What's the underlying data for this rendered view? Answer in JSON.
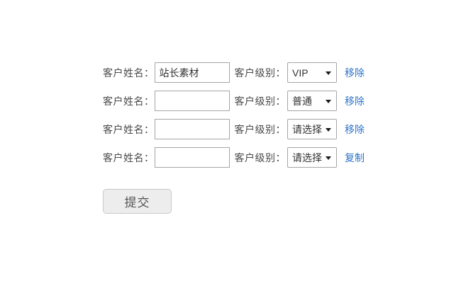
{
  "form": {
    "rows": [
      {
        "name_label": "客户姓名：",
        "name_value": "站长素材",
        "level_label": "客户级别：",
        "level_value": "VIP",
        "action_label": "移除"
      },
      {
        "name_label": "客户姓名：",
        "name_value": "",
        "level_label": "客户级别：",
        "level_value": "普通",
        "action_label": "移除"
      },
      {
        "name_label": "客户姓名：",
        "name_value": "",
        "level_label": "客户级别：",
        "level_value": "请选择",
        "action_label": "移除"
      },
      {
        "name_label": "客户姓名：",
        "name_value": "",
        "level_label": "客户级别：",
        "level_value": "请选择",
        "action_label": "复制"
      }
    ],
    "submit_label": "提交"
  },
  "colors": {
    "link_blue": "#2f74c9",
    "label_text": "#4a4a4a",
    "field_border": "#a5a5a5",
    "button_bg": "#ededed",
    "button_border": "#c9c9c9",
    "button_text": "#555555",
    "page_bg": "#ffffff"
  }
}
